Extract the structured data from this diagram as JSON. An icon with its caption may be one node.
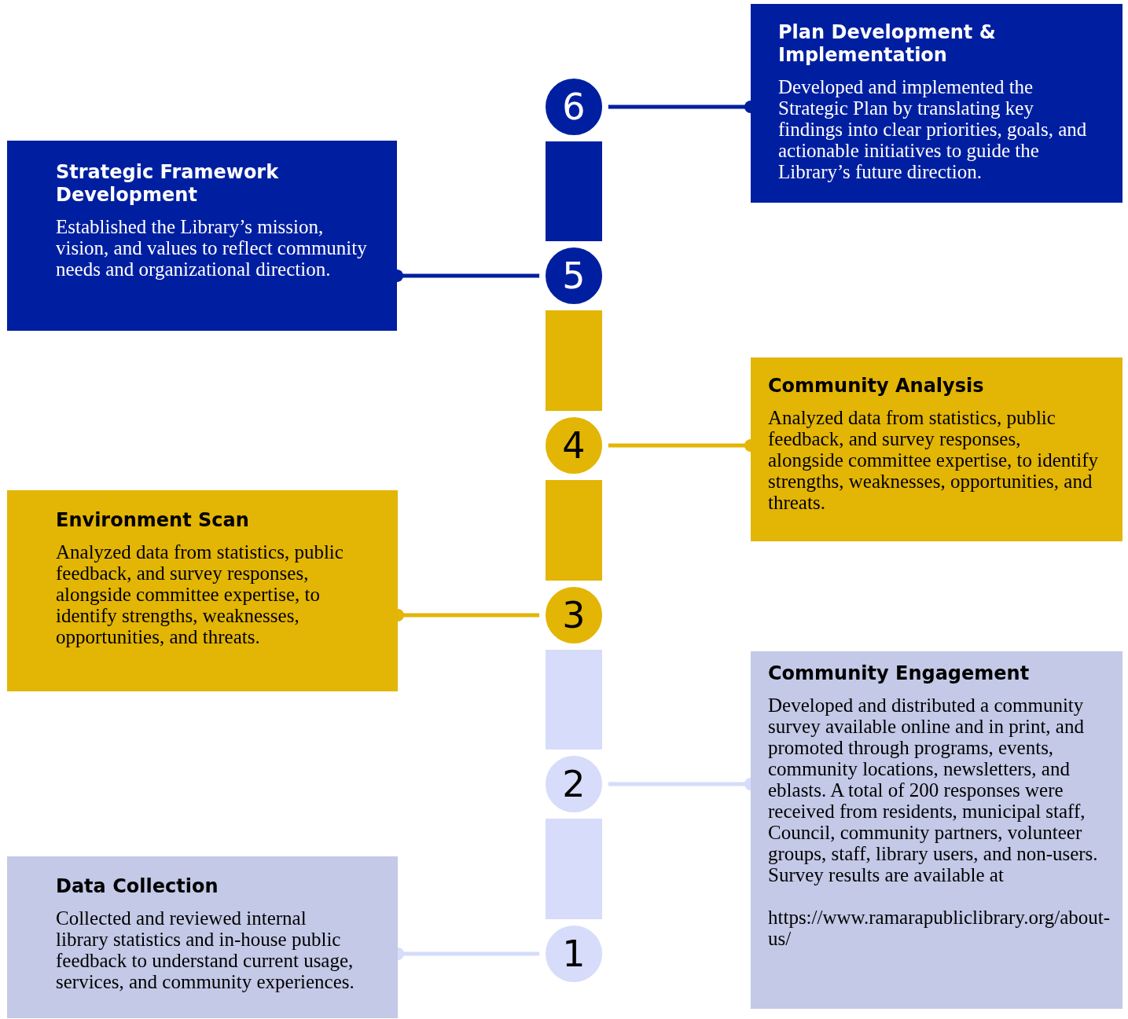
{
  "diagram": {
    "nodes": [
      {
        "text": [
          "Plan Development & Implementation",
          "Developed and implemented the Strategic Plan by translating key findings into clear priorities, goals, and actionable initiatives to guide the Library’s future direction."
        ]
      },
      {
        "text": [
          "6"
        ]
      },
      {
        "text": [
          "Strategic Framework Development",
          "Established the Library’s mission, vision, and values to reflect community needs and organizational direction."
        ]
      },
      {
        "text": [
          "5"
        ]
      },
      {
        "text": [
          "Community Analysis",
          "Analyzed data from statistics, public feedback, and survey responses, alongside committee expertise, to identify strengths, weaknesses, opportunities, and threats."
        ]
      },
      {
        "text": [
          "4"
        ]
      },
      {
        "text": [
          "Environment Scan",
          "Analyzed data from statistics, public feedback, and survey responses, alongside committee expertise, to identify strengths, weaknesses, opportunities, and threats."
        ]
      },
      {
        "text": [
          "3"
        ]
      },
      {
        "text": [
          "Community Engagement",
          "Developed and distributed a community survey available online and in print, and promoted through programs, events, community locations, newsletters, and eblasts. A total of 200 responses were received from residents, municipal staff, Council, community partners, volunteer groups, staff, library users, and non-users. Survey results are available at",
          "https://www.ramarapubliclibrary.org/about-us/"
        ]
      },
      {
        "text": [
          "2"
        ]
      },
      {
        "text": [
          "Data Collection",
          "Collected and reviewed internal library statistics and in-house public feedback to understand current usage, services, and community experiences."
        ]
      },
      {
        "text": [
          "1"
        ]
      }
    ],
    "edges": [
      {
        "from": 1,
        "to": 0,
        "arrow": "other",
        "color": "#001fa0"
      },
      {
        "from": 3,
        "to": 2,
        "arrow": "other",
        "color": "#001fa0"
      },
      {
        "from": 5,
        "to": 4,
        "arrow": "other",
        "color": "#e3b505"
      },
      {
        "from": 7,
        "to": 6,
        "arrow": "other",
        "color": "#e3b505"
      },
      {
        "from": 9,
        "to": 8,
        "arrow": "other",
        "color": "#d6dcfa"
      },
      {
        "from": 11,
        "to": 10,
        "arrow": "other",
        "color": "#d6dcfa"
      },
      {
        "from": 11,
        "to": 9,
        "arrow": "none",
        "style": "thick",
        "color": "#d6dcfa"
      },
      {
        "from": 9,
        "to": 7,
        "arrow": "none",
        "style": "thick",
        "color": "#d6dcfa"
      },
      {
        "from": 7,
        "to": 5,
        "arrow": "none",
        "style": "thick",
        "color": "#e3b505"
      },
      {
        "from": 5,
        "to": 3,
        "arrow": "none",
        "style": "thick",
        "color": "#e3b505"
      },
      {
        "from": 3,
        "to": 1,
        "arrow": "none",
        "style": "thick",
        "color": "#001fa0"
      }
    ]
  }
}
